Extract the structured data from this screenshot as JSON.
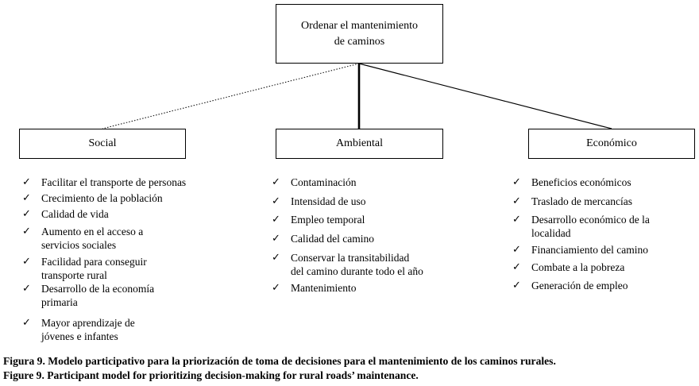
{
  "root": {
    "line1": "Ordenar el mantenimiento",
    "line2": "de caminos"
  },
  "categories": [
    {
      "id": "social",
      "label": "Social",
      "connector": "dotted",
      "items": [
        [
          "Facilitar el transporte de personas"
        ],
        [
          "Crecimiento de la población"
        ],
        [
          "Calidad de vida"
        ],
        [
          "Aumento en el acceso a",
          "servicios sociales"
        ],
        [
          "Facilidad para conseguir",
          "transporte rural"
        ],
        [
          "Desarrollo de la economía",
          "primaria"
        ],
        [
          "Mayor aprendizaje de",
          "jóvenes e infantes"
        ]
      ]
    },
    {
      "id": "ambiental",
      "label": "Ambiental",
      "connector": "bold",
      "items": [
        [
          "Contaminación"
        ],
        [
          "Intensidad de uso"
        ],
        [
          "Empleo temporal"
        ],
        [
          "Calidad del camino"
        ],
        [
          "Conservar la transitabilidad",
          "del camino durante todo el año"
        ],
        [
          "Mantenimiento"
        ]
      ]
    },
    {
      "id": "economico",
      "label": "Económico",
      "connector": "solid",
      "items": [
        [
          "Beneficios económicos"
        ],
        [
          "Traslado de mercancías"
        ],
        [
          "Desarrollo económico de la",
          "localidad"
        ],
        [
          "Financiamiento del camino"
        ],
        [
          "Combate a la pobreza"
        ],
        [
          "Generación de empleo"
        ]
      ]
    }
  ],
  "captions": {
    "es": "Figura 9. Modelo participativo para la priorización de toma de decisiones para el mantenimiento de los caminos rurales.",
    "en": "Figure 9. Participant model for prioritizing decision-making for rural roads’ maintenance."
  }
}
